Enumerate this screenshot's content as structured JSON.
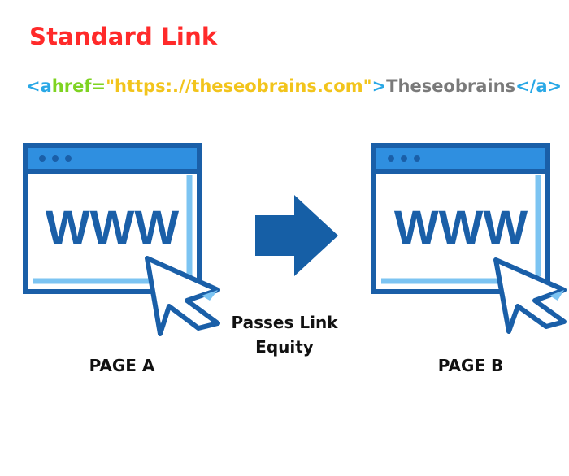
{
  "title": "Standard Link",
  "code": {
    "open_tag": "<a",
    "attr": "href=",
    "value": "\"https:.//theseobrains.com\"",
    "close_bracket": ">",
    "link_text": "Theseobrains",
    "end_tag": "</a>"
  },
  "page_a": {
    "browser_text": "WWW",
    "label": "PAGE A"
  },
  "page_b": {
    "browser_text": "WWW",
    "label": "PAGE B"
  },
  "arrow": {
    "label_line1": "Passes Link",
    "label_line2": "Equity"
  },
  "colors": {
    "title": "#ff2a2a",
    "tag": "#29a8e6",
    "attr": "#7ed321",
    "string": "#f2c41c",
    "link_text": "#7a7a7a",
    "outline": "#1a5fa8",
    "light_blue": "#2f8fe0",
    "arrow": "#165fa6"
  },
  "icons": [
    "browser-window-icon",
    "cursor-pointer-icon",
    "right-arrow-icon"
  ]
}
